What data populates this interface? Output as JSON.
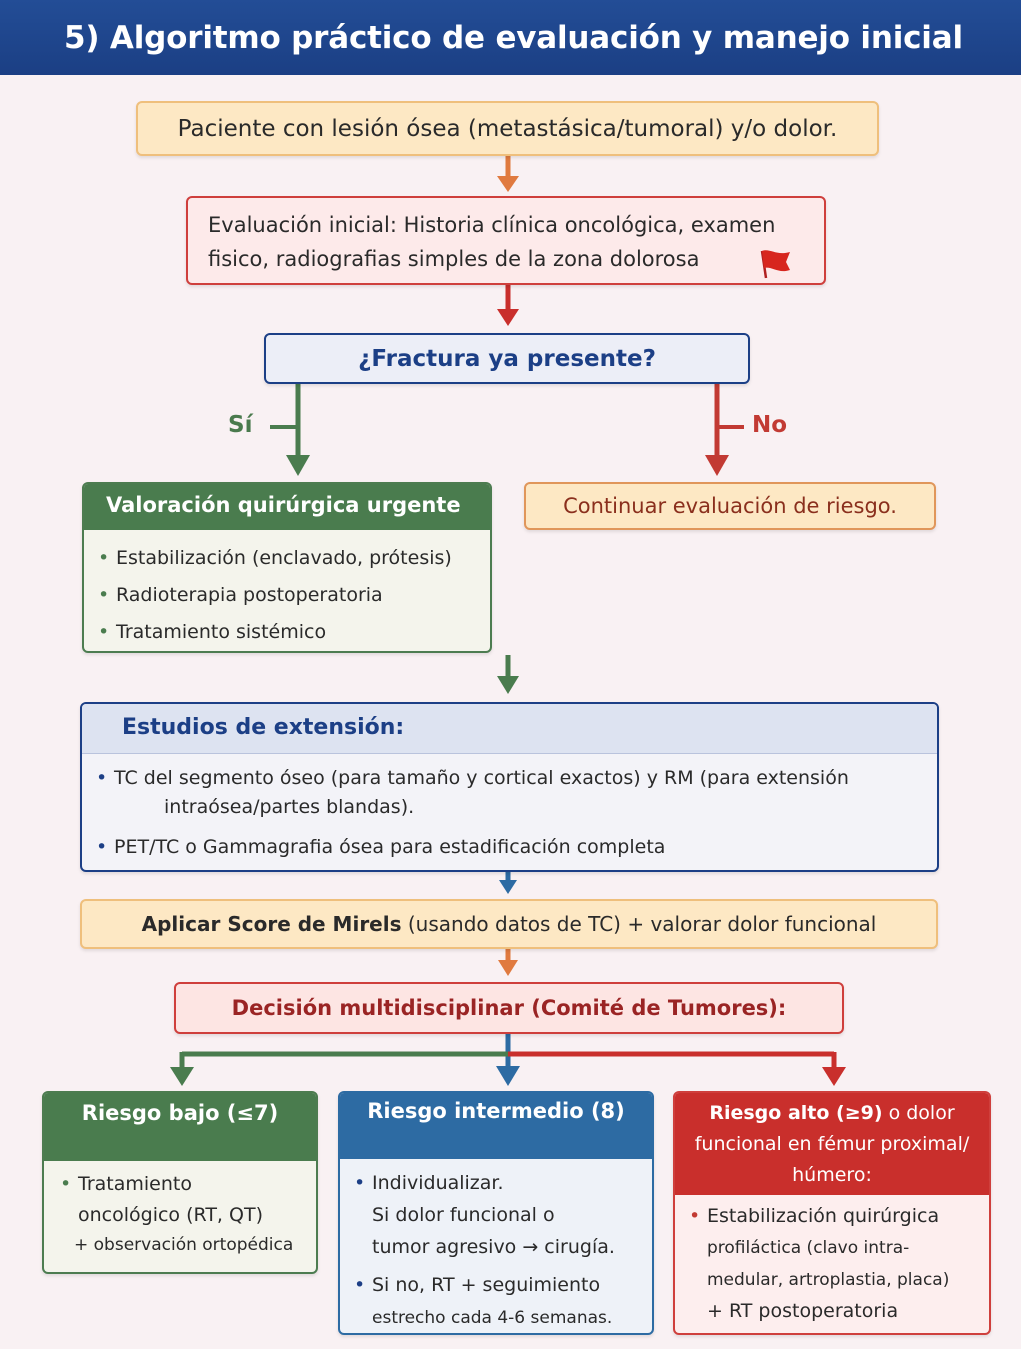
{
  "header": {
    "title": "5) Algoritmo práctico de evaluación y manejo inicial"
  },
  "start": {
    "text": "Paciente con lesión ósea (metastásica/tumoral) y/o dolor."
  },
  "evaluation": {
    "line1": "Evaluación inicial: Historia clínica oncológica, examen",
    "line2": "fisico, radiografias simples de la zona dolorosa"
  },
  "question": {
    "text": "¿Fractura ya presente?"
  },
  "branches": {
    "yes": "Sí",
    "no": "No"
  },
  "surgery": {
    "title": "Valoración quirúrgica urgente",
    "items": [
      "Estabilización (enclavado, prótesis)",
      "Radioterapia postoperatoria",
      "Tratamiento sistémico"
    ]
  },
  "continue": {
    "text": "Continuar evaluación de riesgo."
  },
  "extension": {
    "title": "Estudios de extensión:",
    "item1_line1": "TC del segmento óseo (para tamaño y cortical exactos) y RM (para extensión",
    "item1_line2": "intraósea/partes blandas).",
    "item2": "PET/TC o Gammagrafia ósea para estadificación completa"
  },
  "mirels": {
    "bold": "Aplicar Score de Mirels",
    "rest": " (usando datos de TC) + valorar dolor funcional"
  },
  "decision": {
    "text": "Decisión multidisciplinar (Comité de Tumores):"
  },
  "risk_low": {
    "title": "Riesgo bajo (≤7)",
    "line1": "Tratamiento",
    "line2": "oncológico (RT, QT)",
    "line3": "+ observación ortopédica"
  },
  "risk_mid": {
    "title": "Riesgo intermedio (8)",
    "a1": "Individualizar.",
    "a2": "Si dolor funcional o",
    "a3": "tumor agresivo → cirugía.",
    "b1": "Si no, RT + seguimiento",
    "b2": "estrecho cada 4-6 semanas."
  },
  "risk_high": {
    "title_bold": "Riesgo alto (≥9)",
    "title_rest": " o dolor",
    "title_line2": "funcional en fémur proximal/",
    "title_line3": "húmero:",
    "l1": "Estabilización quirúrgica",
    "l2": "profiláctica (clavo intra-",
    "l3": "medular, artroplastia, placa)",
    "l4": "+ RT postoperatoria"
  },
  "colors": {
    "header": "#1f4690",
    "green": "#4a7c4e",
    "red": "#c92f2c",
    "blue": "#1c3f86",
    "orange": "#e07a3f",
    "mid_blue": "#2d6ba3"
  },
  "icons": {
    "flag": "red-flag-icon"
  }
}
